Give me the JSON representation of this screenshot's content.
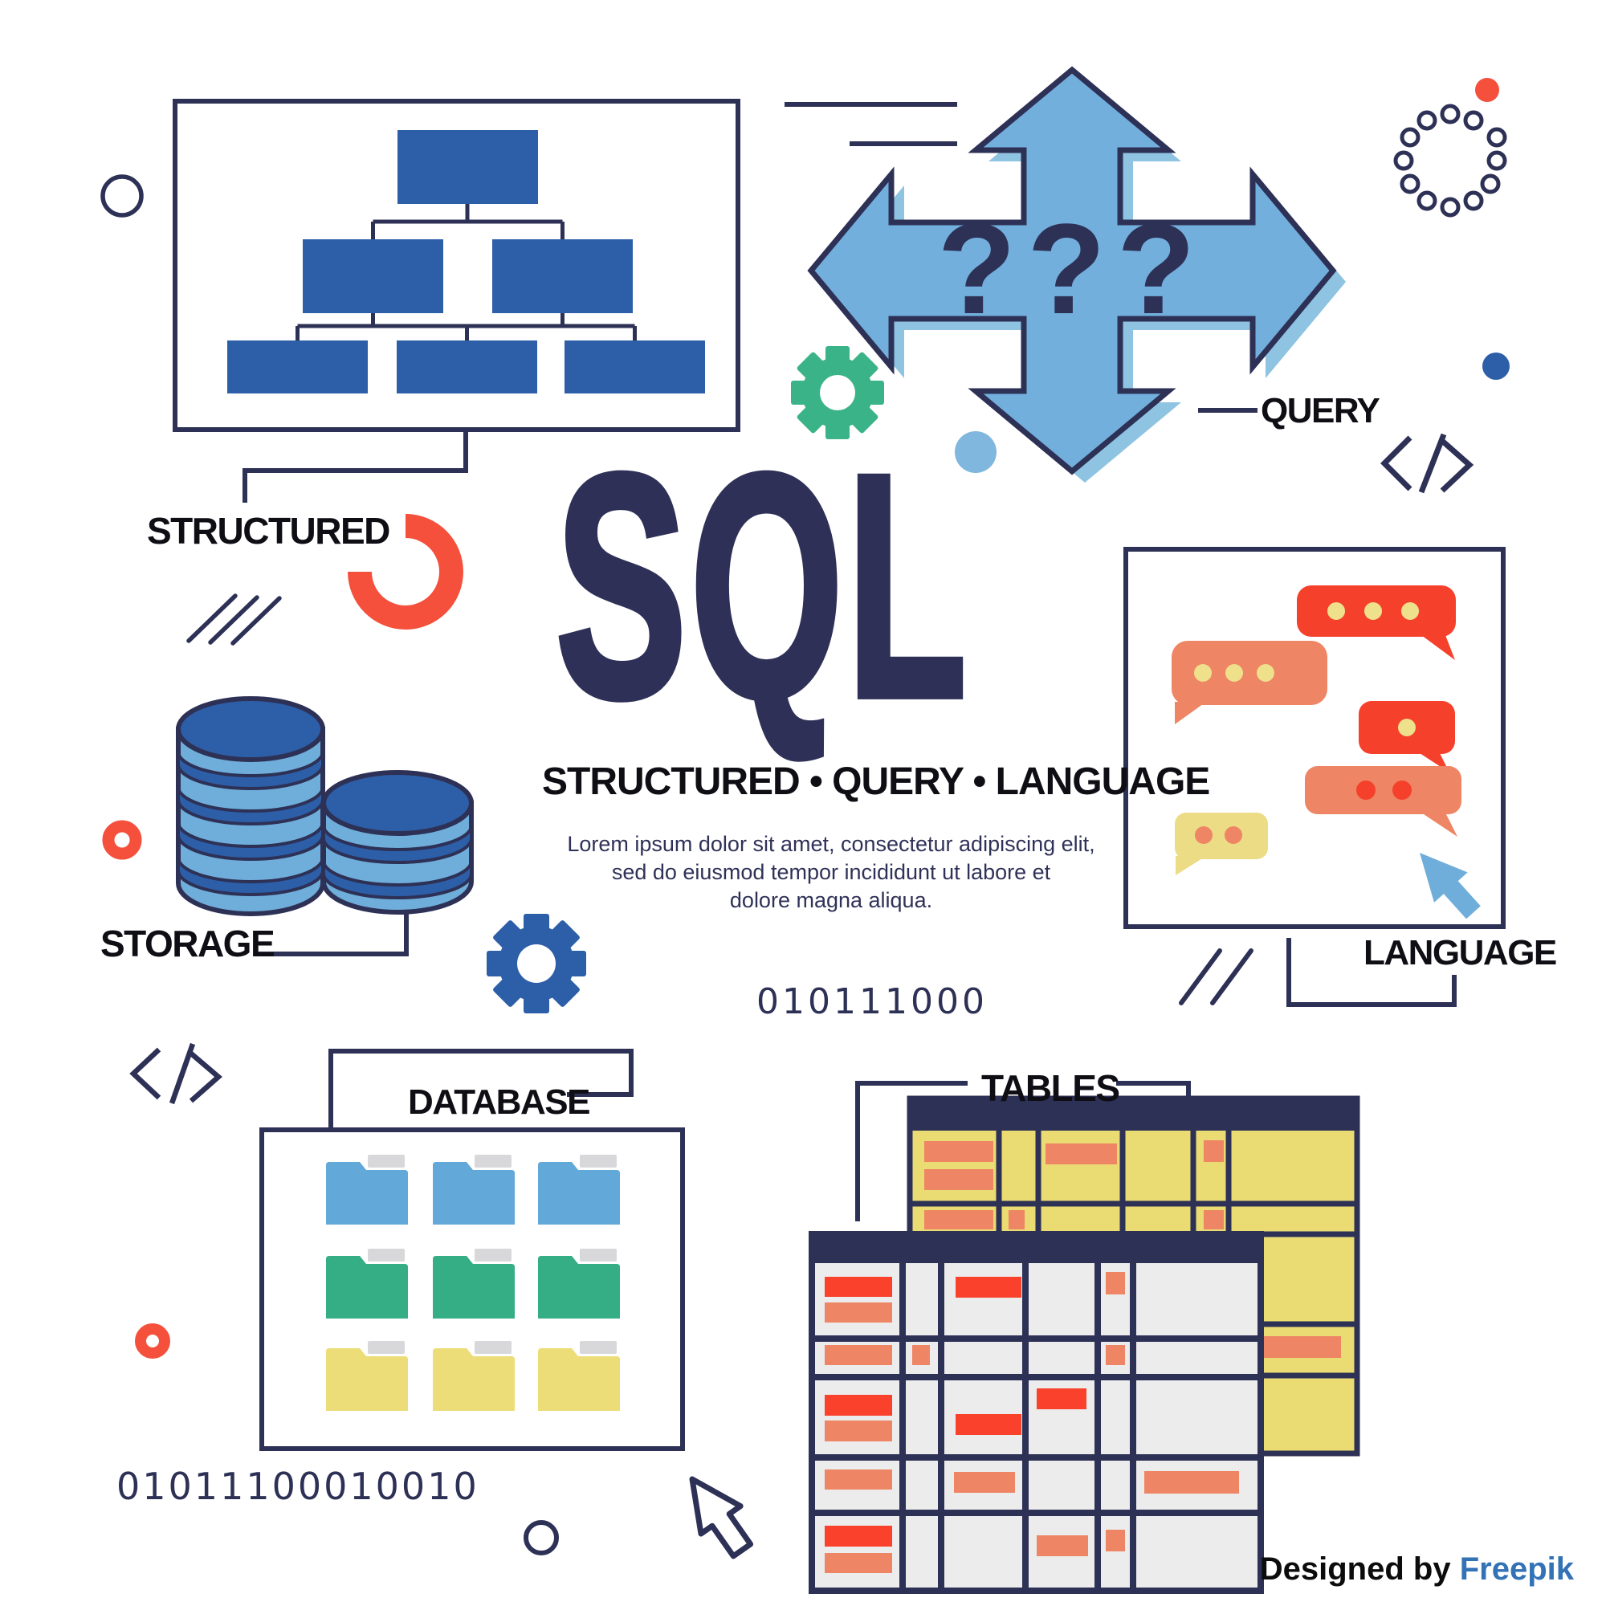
{
  "poster": {
    "title": "SQL",
    "subtitle": "STRUCTURED • QUERY • LANGUAGE",
    "description_lines": [
      "Lorem ipsum dolor sit amet, consectetur adipiscing elit,",
      "sed do eiusmod tempor incididunt ut labore et",
      "dolore magna aliqua."
    ],
    "question_marks": "???",
    "binary_top": "010111000",
    "binary_bottom": "01011100010010",
    "labels": {
      "structured": "STRUCTURED",
      "query": "QUERY",
      "storage": "STORAGE",
      "language": "LANGUAGE",
      "database": "DATABASE",
      "tables": "TABLES"
    },
    "credit": {
      "prefix": "Designed by ",
      "brand": "Freepik"
    },
    "colors": {
      "navy": "#2E3156",
      "blue": "#2D5FA8",
      "light_blue": "#72AFDC",
      "sky_dot": "#7FB7DF",
      "green_gear": "#3BB389",
      "folder_green": "#35AE85",
      "folder_blue": "#62A8D8",
      "folder_yellow": "#EDDD78",
      "red": "#F4503C",
      "table_red": "#F9412C",
      "salmon": "#EE8564",
      "table_yellow": "#EADB72",
      "pale_yellow": "#EBDC85",
      "dot_yellow": "#EFE08B",
      "cell_gray": "#ECECEC",
      "paper_gray": "#D8D8DB",
      "freepik_blue": "#3272B5"
    }
  }
}
